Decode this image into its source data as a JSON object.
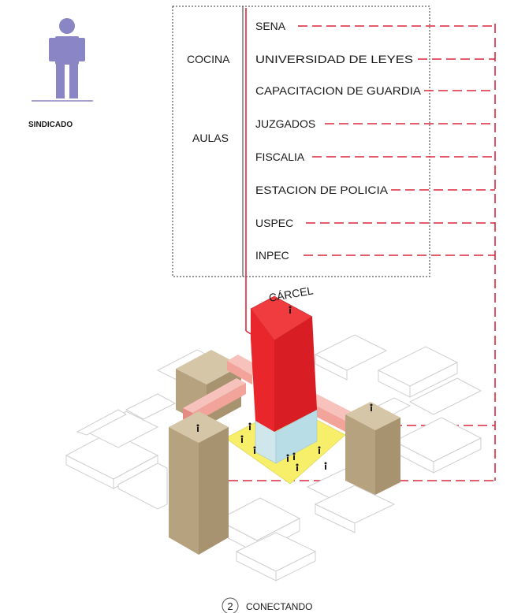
{
  "legend": {
    "label": "SINDICADO",
    "figure_color": "#8a86c6"
  },
  "services_box": {
    "left_labels": [
      "COCINA",
      "AULAS"
    ],
    "items": [
      "SENA",
      "UNIVERSIDAD DE LEYES",
      "CAPACITACION DE GUARDIA",
      "JUZGADOS",
      "FISCALIA",
      "ESTACION DE POLICIA",
      "USPEC",
      "INPEC"
    ]
  },
  "building_label": "CÁRCEL",
  "caption": {
    "number": "2",
    "text": "CONECTANDO"
  },
  "colors": {
    "connection_line": "#d9283b",
    "prison_red": "#e8262c",
    "prison_base": "#b9dde6",
    "yard": "#f7ef6a",
    "tan_building": "#b6a27f",
    "bridge": "#f2a39a"
  }
}
